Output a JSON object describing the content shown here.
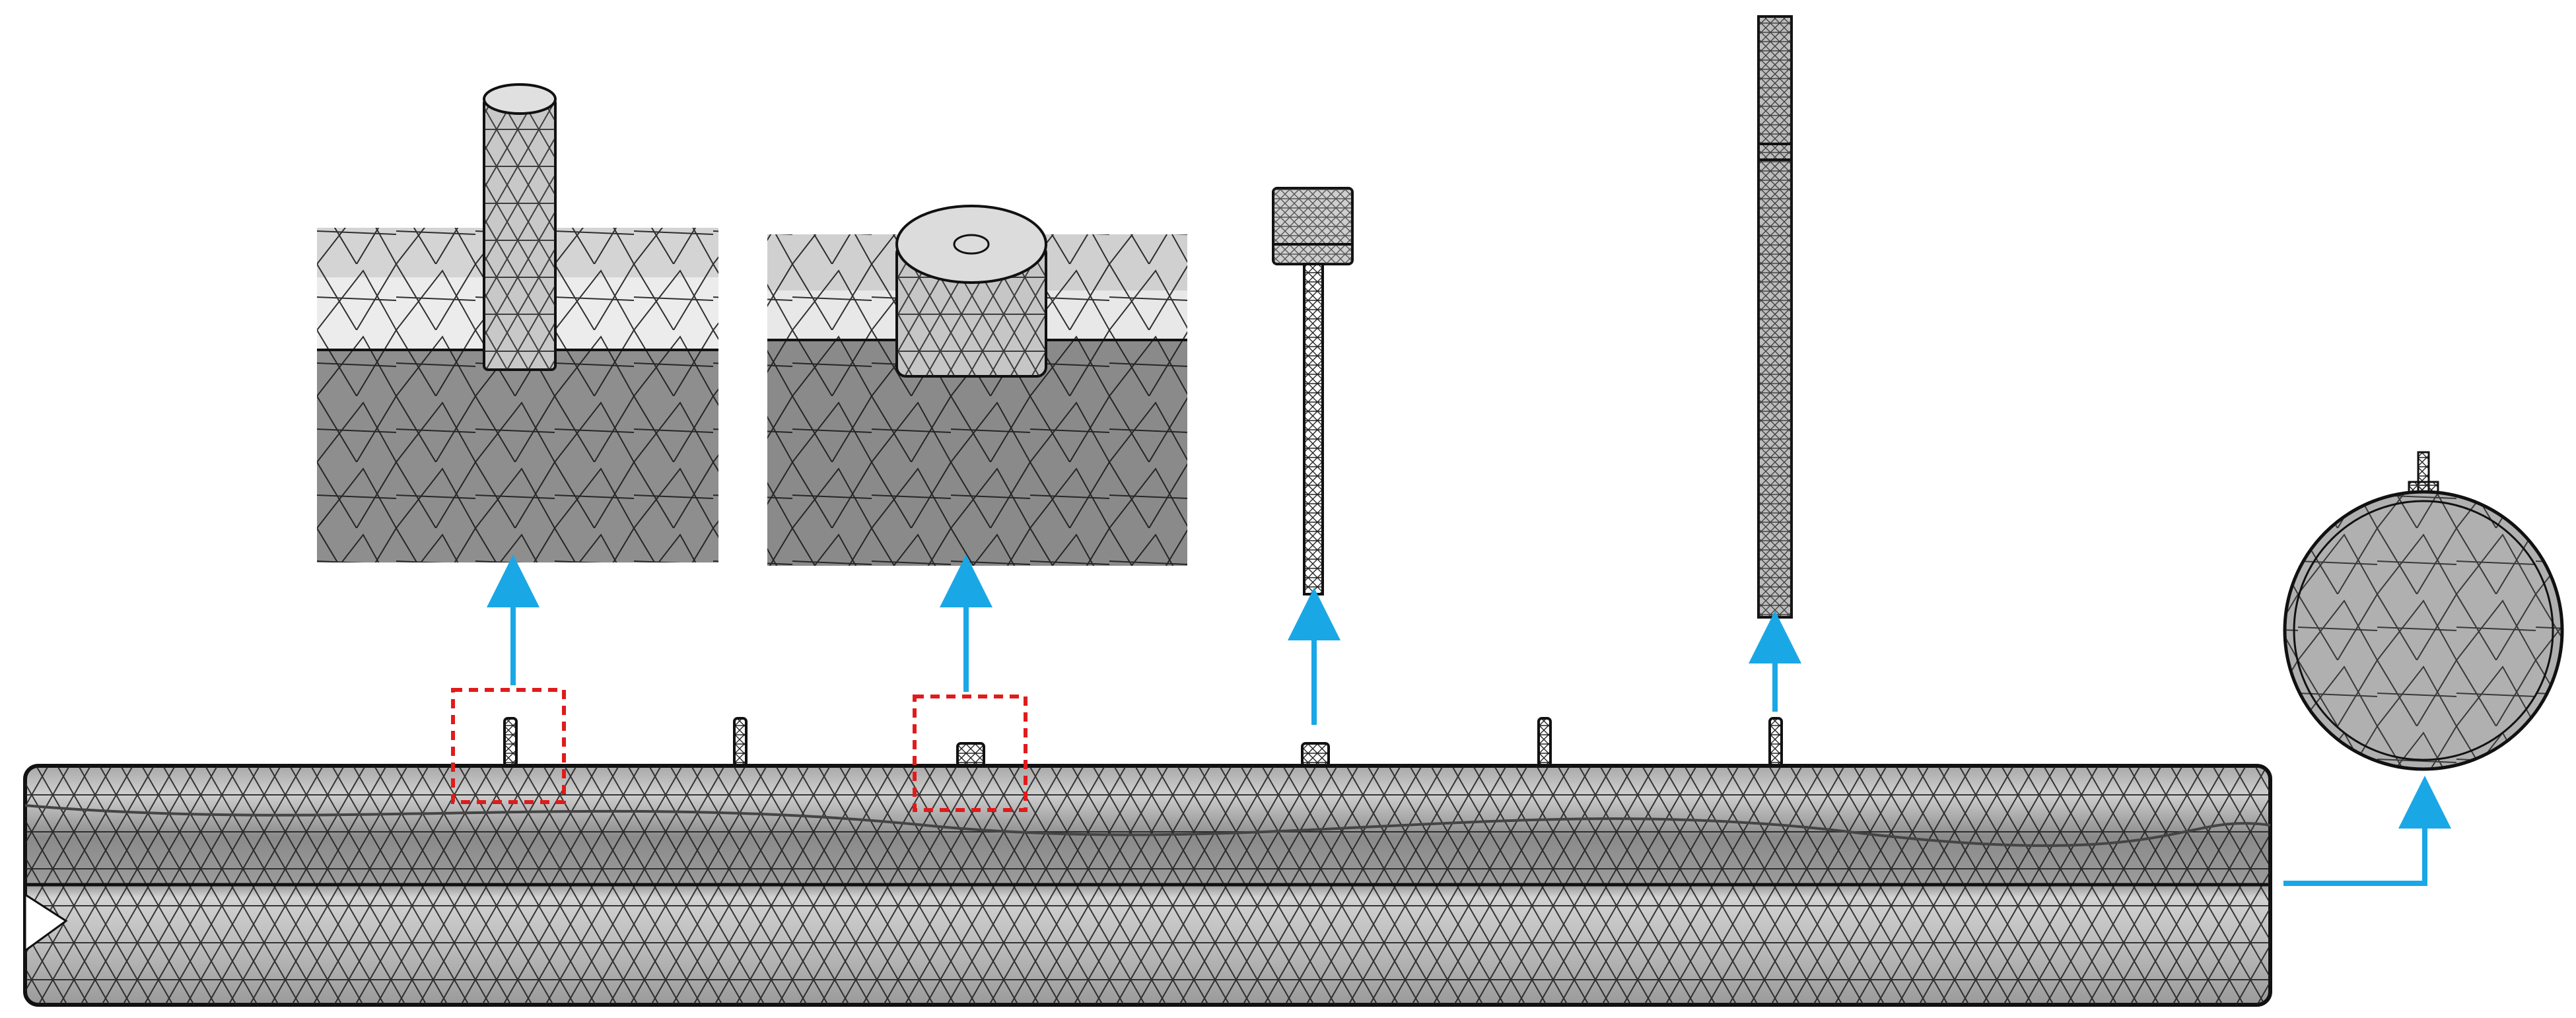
{
  "figure": {
    "description_level": "none",
    "background": "#ffffff",
    "colors": {
      "mesh_light": "#d9d9d9",
      "mesh_mid": "#b3b3b3",
      "mesh_dark": "#8c8c8c",
      "mesh_darker": "#6e6e6e",
      "mesh_line": "#1a1a1a",
      "arrow": "#1aa7e6",
      "highlight_box": "#e01b1b"
    },
    "panels": [
      {
        "id": "zoom-rod-junction",
        "kind": "zoom-inset"
      },
      {
        "id": "zoom-cap-junction",
        "kind": "zoom-inset"
      },
      {
        "id": "probe-with-cap",
        "kind": "component-view"
      },
      {
        "id": "long-rod",
        "kind": "component-view"
      },
      {
        "id": "cross-section",
        "kind": "end-view"
      }
    ],
    "pipe": {
      "kind": "main-pipe-mesh"
    },
    "probes_on_pipe": 6,
    "highlight_boxes": 2,
    "arrows": 5
  }
}
